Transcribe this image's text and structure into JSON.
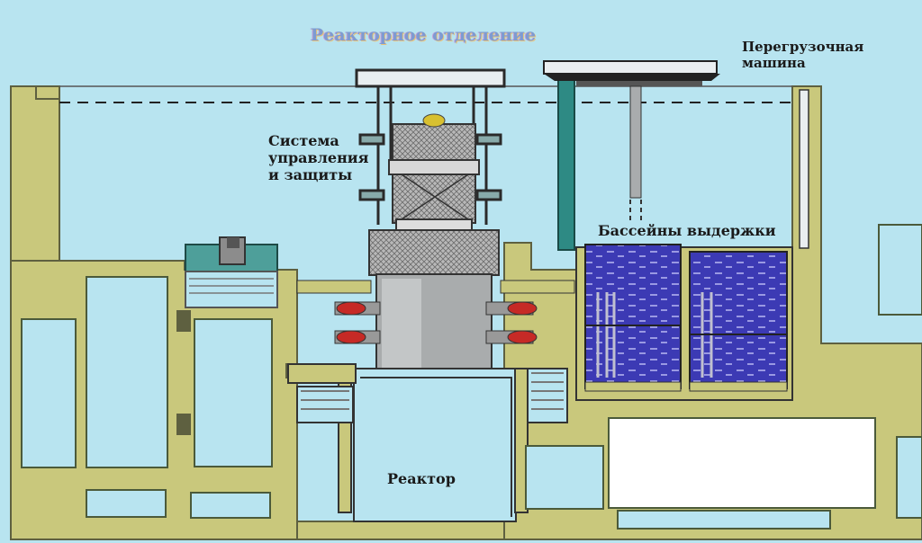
{
  "title": "Реакторное отделение",
  "labels": {
    "refueling_machine": [
      "Перегрузочная",
      "машина"
    ],
    "control_system": [
      "Система",
      "управления",
      "и защиты"
    ],
    "cooling_pools": "Бассейны выдержки",
    "reactor": "Реактор"
  },
  "colors": {
    "water": "#b8e4f0",
    "concrete": "#c9c87c",
    "steel": "#a9acad",
    "pool_water": "#3c3ab4",
    "core_red": "#c62a26",
    "core_green": "#3d8a3a",
    "teal_wall": "#2e8a84"
  }
}
